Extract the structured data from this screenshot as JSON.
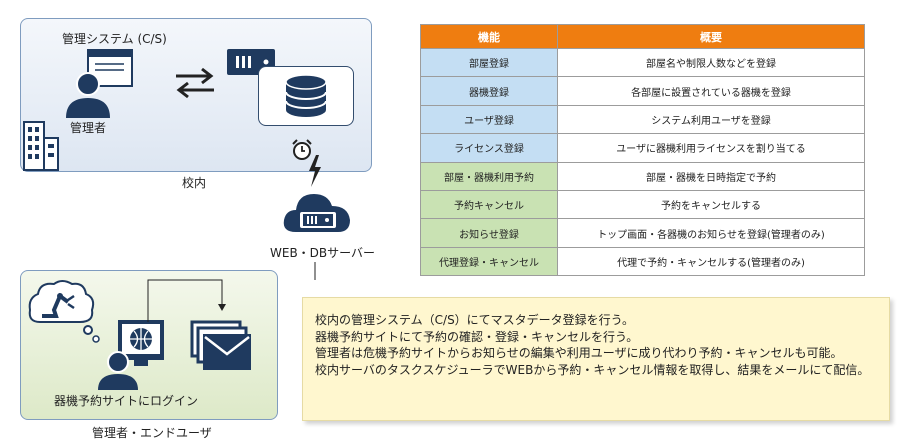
{
  "campus": {
    "system_label": "管理システム (C/S)",
    "admin_label": "管理者",
    "caption": "校内"
  },
  "server": {
    "label": "WEB・DBサーバー"
  },
  "enduser": {
    "login_label": "器機予約サイトにログイン",
    "caption": "管理者・エンドユーザ"
  },
  "table": {
    "headers": [
      "機能",
      "概要"
    ],
    "rows": [
      {
        "name": "部屋登録",
        "desc": "部屋名や制限人数などを登録",
        "group": "admin"
      },
      {
        "name": "器機登録",
        "desc": "各部屋に設置されている器機を登録",
        "group": "admin"
      },
      {
        "name": "ユーザ登録",
        "desc": "システム利用ユーザを登録",
        "group": "admin"
      },
      {
        "name": "ライセンス登録",
        "desc": "ユーザに器機利用ライセンスを割り当てる",
        "group": "admin"
      },
      {
        "name": "部屋・器機利用予約",
        "desc": "部屋・器機を日時指定で予約",
        "group": "user"
      },
      {
        "name": "予約キャンセル",
        "desc": "予約をキャンセルする",
        "group": "user"
      },
      {
        "name": "お知らせ登録",
        "desc": "トップ画面・各器機のお知らせを登録(管理者のみ)",
        "group": "user"
      },
      {
        "name": "代理登録・キャンセル",
        "desc": "代理で予約・キャンセルする(管理者のみ)",
        "group": "user"
      }
    ]
  },
  "notes": [
    "校内の管理システム（C/S）にてマスタデータ登録を行う。",
    "器機予約サイトにて予約の確認・登録・キャンセルを行う。",
    "管理者は危機予約サイトからお知らせの編集や利用ユーザに成り代わり予約・キャンセルも可能。",
    "校内サーバのタスクスケジューラでWEBから予約・キャンセル情報を取得し、結果をメールにて配信。"
  ],
  "colors": {
    "icon": "#1f3a5f",
    "header": "#ef7d10",
    "admin_row": "#c4def3",
    "user_row": "#c9e2b3",
    "note_bg": "#fff7cf"
  }
}
